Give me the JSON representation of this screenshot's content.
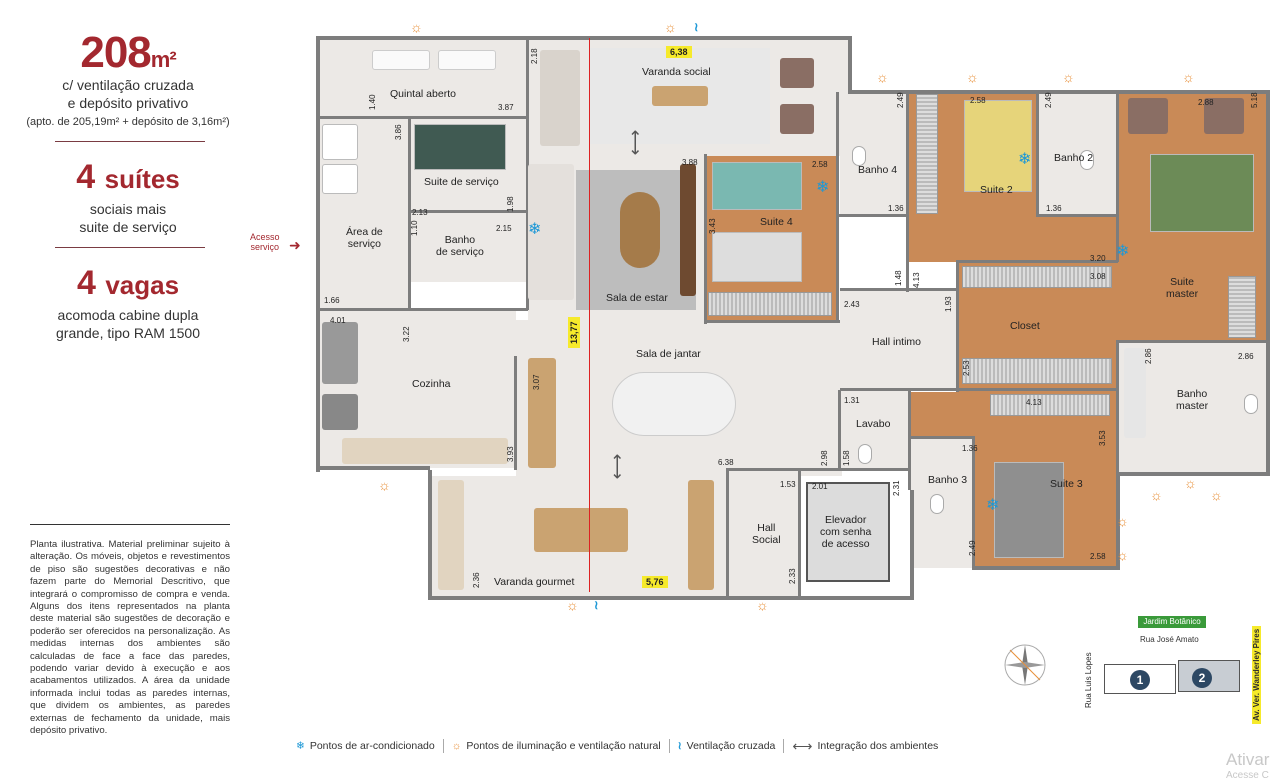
{
  "specs": {
    "area_value": "208",
    "area_unit": "m²",
    "area_line1": "c/ ventilação cruzada",
    "area_line2": "e depósito privativo",
    "area_note": "(apto. de 205,19m² + depósito de 3,16m²)",
    "suites_num": "4",
    "suites_word": "suítes",
    "suites_line1": "sociais mais",
    "suites_line2": "suite de serviço",
    "vagas_num": "4",
    "vagas_word": "vagas",
    "vagas_line1": "acomoda cabine dupla",
    "vagas_line2": "grande, tipo RAM 1500"
  },
  "disclaimer": "Planta ilustrativa. Material preliminar sujeito à alteração. Os móveis, objetos e revestimentos de piso são sugestões decorativas e não fazem parte do Memorial Descritivo, que integrará o compromisso de compra e venda. Alguns dos itens representados na planta deste material são sugestões de decoração e poderão ser oferecidos na personalização. As medidas internas dos ambientes são calculadas de face a face das paredes, podendo variar devido à execução e aos acabamentos utilizados. A área da unidade informada inclui todas as paredes internas, que dividem os ambientes, as paredes externas de fechamento da unidade, mais depósito privativo.",
  "acesso": {
    "line1": "Acesso",
    "line2": "serviço"
  },
  "rooms": {
    "quintal": "Quintal aberto",
    "varanda_social": "Varanda social",
    "suite_servico": "Suite de serviço",
    "area_servico_1": "Área de",
    "area_servico_2": "serviço",
    "banho_servico_1": "Banho",
    "banho_servico_2": "de serviço",
    "sala_estar": "Sala de estar",
    "sala_jantar": "Sala de jantar",
    "cozinha": "Cozinha",
    "varanda_gourmet": "Varanda gourmet",
    "suite4": "Suite 4",
    "banho4": "Banho 4",
    "suite2": "Suite 2",
    "banho2": "Banho 2",
    "suite_master_1": "Suite",
    "suite_master_2": "master",
    "closet": "Closet",
    "hall_intimo": "Hall intimo",
    "lavabo": "Lavabo",
    "banho_master_1": "Banho",
    "banho_master_2": "master",
    "banho3": "Banho 3",
    "suite3": "Suite 3",
    "hall_social_1": "Hall",
    "hall_social_2": "Social",
    "elevador_1": "Elevador",
    "elevador_2": "com senha",
    "elevador_3": "de acesso"
  },
  "dims": {
    "d638a": "6,38",
    "d1377": "13,77",
    "d576": "5,76",
    "d218": "2.18",
    "d140": "1.40",
    "d387": "3.87",
    "d386": "3.86",
    "d213": "2.13",
    "d110": "1.10",
    "d215": "2.15",
    "d198": "1.98",
    "d166": "1.66",
    "d401": "4.01",
    "d322": "3.22",
    "d307": "3.07",
    "d393": "3.93",
    "d236": "2.36",
    "d388": "3.88",
    "d343": "3.43",
    "d258a": "2.58",
    "d249a": "2.49",
    "d136a": "1.36",
    "d258b": "2.58",
    "d249b": "2.49",
    "d136b": "1.36",
    "d288a": "2.88",
    "d518": "5.18",
    "d320": "3.20",
    "d308": "3.08",
    "d413a": "4.13",
    "d148": "1.48",
    "d243": "2.43",
    "d193": "1.93",
    "d286a": "2.86",
    "d286b": "2.86",
    "d253": "2.53",
    "d131": "1.31",
    "d413b": "4.13",
    "d353": "3.53",
    "d136c": "1.36",
    "d158": "1.58",
    "d298": "2.98",
    "d638b": "6.38",
    "d153": "1.53",
    "d201": "2.01",
    "d231": "2.31",
    "d233": "2.33",
    "d249c": "2.49",
    "d258c": "2.58"
  },
  "legend": {
    "ac": "Pontos de ar-condicionado",
    "sun": "Pontos de iluminação e ventilação natural",
    "cross": "Ventilação cruzada",
    "integration": "Integração dos ambientes"
  },
  "location": {
    "jardim": "Jardim Botânico",
    "rua_jose": "Rua José Amato",
    "rua_luis": "Rua Luis Lopes",
    "av_ver": "Av. Ver. Wanderley Pires",
    "lot1": "1",
    "lot2": "2"
  },
  "icons": {
    "flake": "❄",
    "sun": "☼",
    "wave": "≀",
    "arrow": "⟷"
  },
  "watermark": {
    "line1": "Ativar",
    "line2": "Acesse C"
  },
  "colors": {
    "accent": "#a3282f",
    "ac_blue": "#1d98d6",
    "sun_orange": "#e8903a",
    "wood": "#c98a57"
  }
}
